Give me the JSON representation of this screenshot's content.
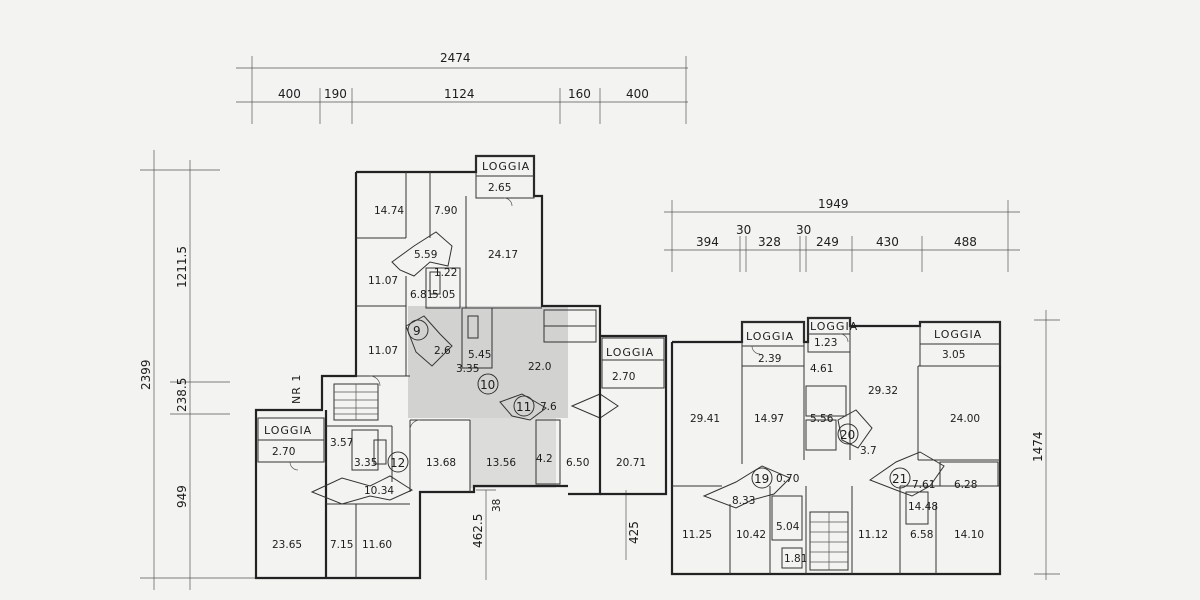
{
  "dimensions": {
    "top_total": "2474",
    "top_segments": [
      "400",
      "190",
      "1124",
      "160",
      "400"
    ],
    "left_total": "2399",
    "left_upper": "1211.5",
    "left_mid": "238.5",
    "left_lower": "949",
    "right_total": "1949",
    "right_segments": [
      "394",
      "30",
      "328",
      "30",
      "249",
      "430",
      "488"
    ],
    "far_right": "1474",
    "bottom_a": "462.5",
    "bottom_b": "38",
    "bottom_c": "425"
  },
  "building_label": "NR 1",
  "units": [
    "9",
    "10",
    "11",
    "12",
    "19",
    "20",
    "21"
  ],
  "loggias": [
    {
      "label": "LOGGIA",
      "area": "2.65"
    },
    {
      "label": "LOGGIA",
      "area": "2.70"
    },
    {
      "label": "LOGGIA",
      "area": "2.70"
    },
    {
      "label": "LOGGIA",
      "area": "2.39"
    },
    {
      "label": "LOGGIA",
      "area": "1.23"
    },
    {
      "label": "LOGGIA",
      "area": "3.05"
    }
  ],
  "rooms": {
    "a": "14.74",
    "b": "7.90",
    "c": "24.17",
    "d": "5.59",
    "e": "1.22",
    "f": "11.07",
    "g": "6.81",
    "h": "5.05",
    "i": "11.07",
    "j": "2.6",
    "k": "5.45",
    "l": "3.35",
    "m": "22.0",
    "n": "7.6",
    "o": "3.57",
    "p": "3.35",
    "q": "10.34",
    "r": "13.68",
    "s": "13.56",
    "t": "4.2",
    "u": "23.65",
    "v": "7.15",
    "w": "11.60",
    "x": "6.50",
    "y": "20.71",
    "z": "29.41",
    "aa": "14.97",
    "ab": "4.61",
    "ac": "29.32",
    "ad": "24.00",
    "ae": "5.56",
    "af": "3.7",
    "ag": "0.70",
    "ah": "8.33",
    "ai": "7.61",
    "aj": "6.28",
    "ak": "11.25",
    "al": "10.42",
    "am": "5.04",
    "an": "1.81",
    "ao": "11.12",
    "ap": "14.48",
    "aq": "6.58",
    "ar": "14.10"
  }
}
